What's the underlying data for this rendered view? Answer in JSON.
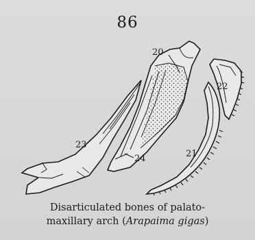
{
  "page_number": "86",
  "figure": {
    "labels": {
      "l20": "20",
      "l21": "21",
      "l22": "22",
      "l23": "23",
      "l24": "24"
    }
  },
  "caption": {
    "line1": "Disarticulated bones of palato-",
    "line2_prefix": "maxillary arch (",
    "line2_scientific": "Arapaima gigas",
    "line2_suffix": ")"
  }
}
